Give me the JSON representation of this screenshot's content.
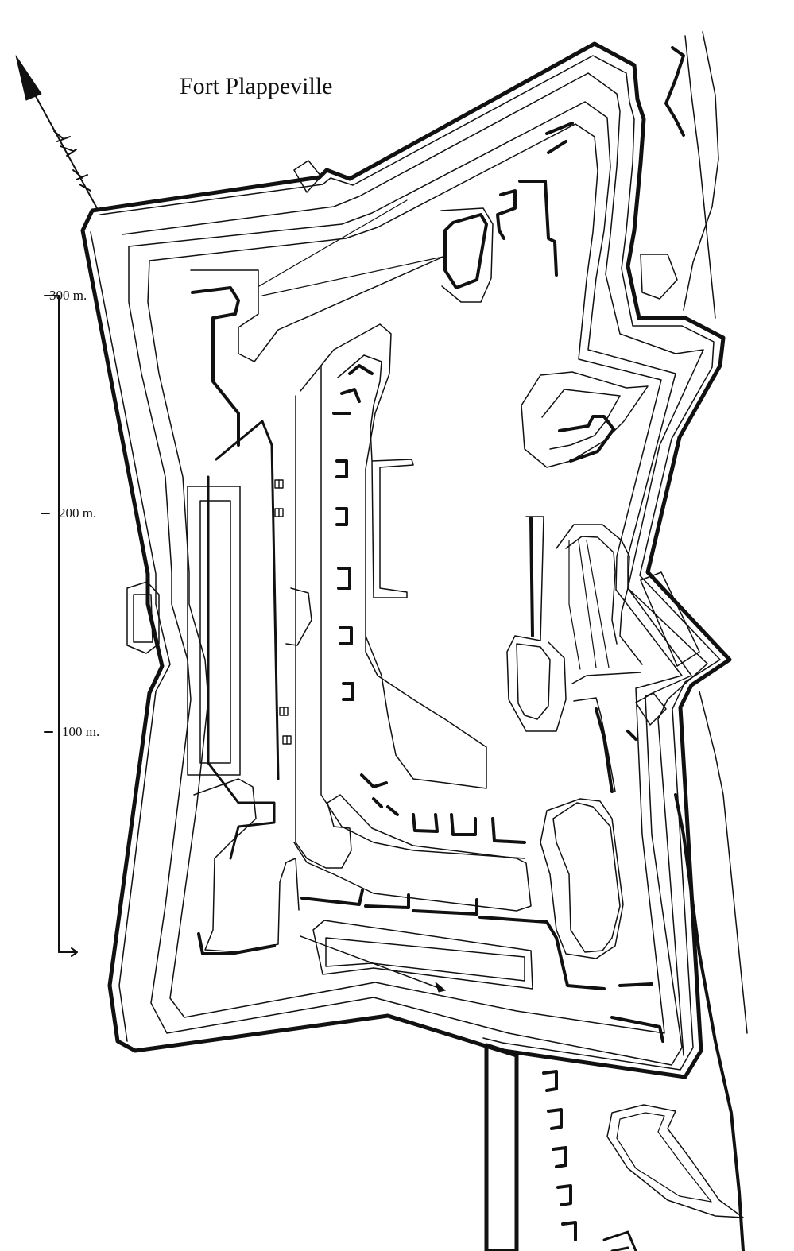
{
  "title": "Fort Plappeville",
  "scale": {
    "labels": [
      "300 m.",
      "200 m.",
      "100 m."
    ]
  },
  "colors": {
    "ink": "#111111",
    "paper": "#ffffff"
  },
  "north_arrow": "north-arrow-icon"
}
